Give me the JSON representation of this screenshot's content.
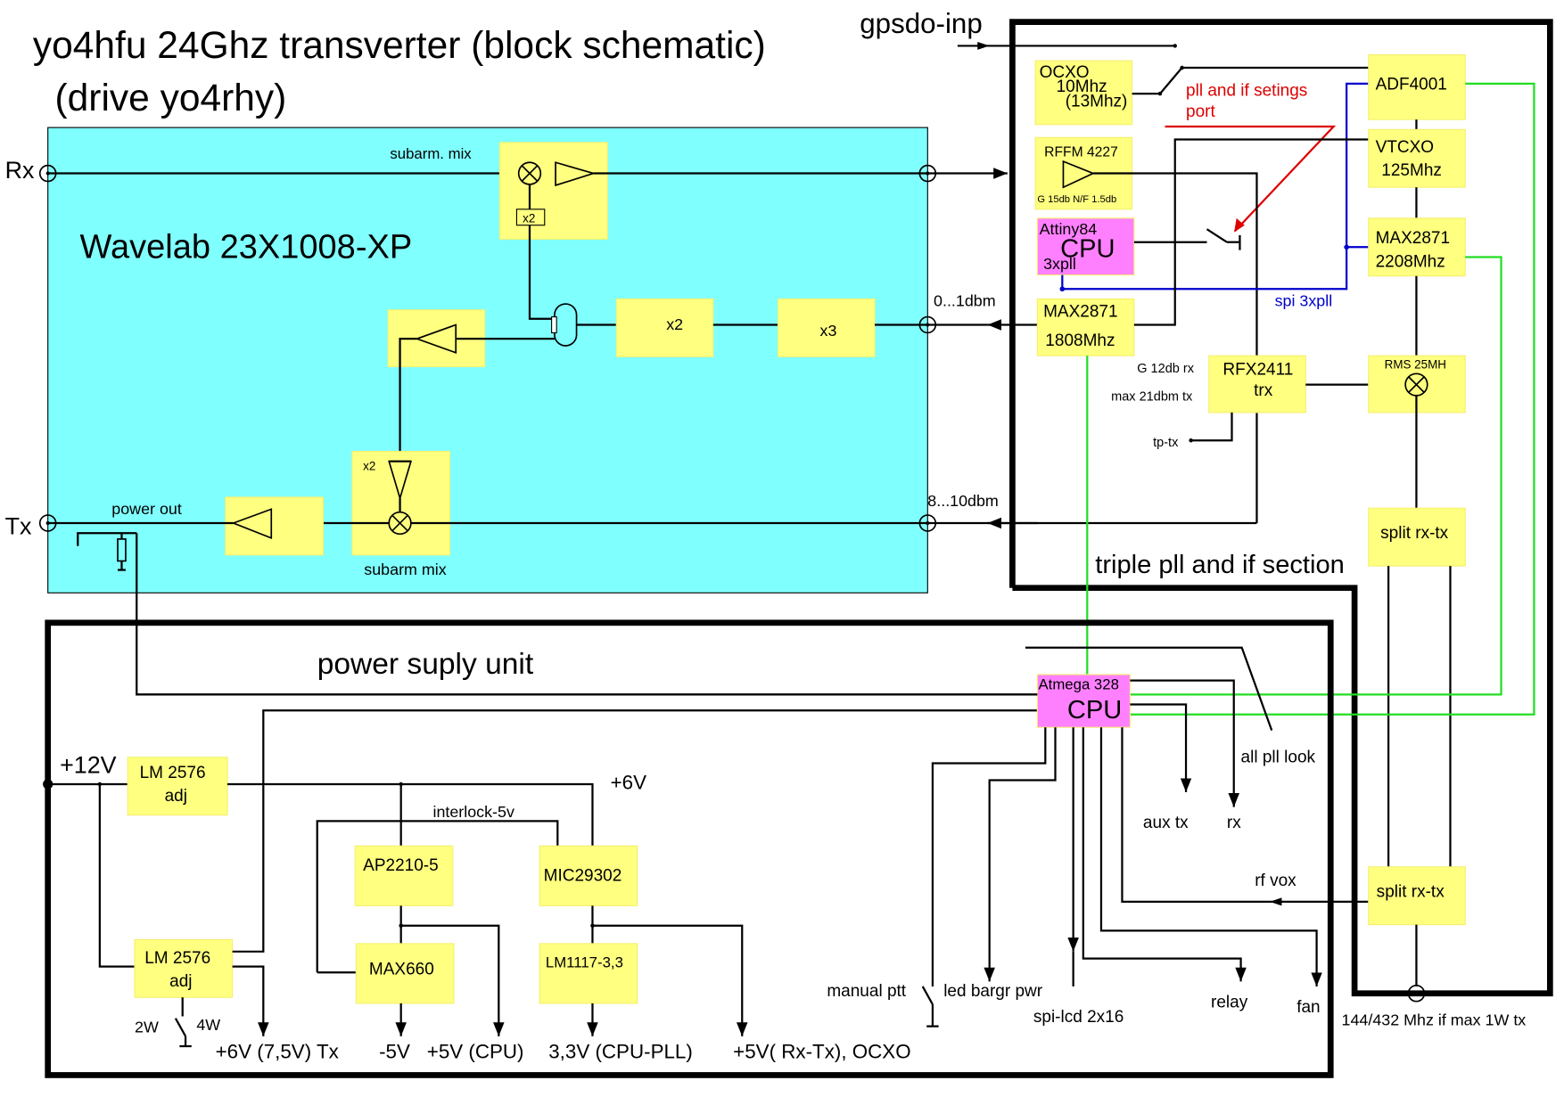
{
  "title": {
    "line1": "yo4hfu 24Ghz transverter (block schematic)",
    "line2": "(drive yo4rhy)"
  },
  "colors": {
    "module_bg": "#80ffff",
    "block": "#ffff80",
    "cpu_block": "#ff80ff",
    "control_line": "#22dd22",
    "spi_line": "#0000cc",
    "annotation": "#dd0000"
  },
  "labels": {
    "gpsdo": "gpsdo-inp",
    "rx_port": "Rx",
    "tx_port": "Tx",
    "if_port": "144/432 Mhz if max 1W tx",
    "lo_level": "0...1dbm",
    "tx_level": "8...10dbm",
    "power_out": "power out",
    "settings_port_1": "pll and if setings",
    "settings_port_2": "port",
    "spi": "spi 3xpll",
    "rfx_gain_rx": "G 12db rx",
    "rfx_max_tx": "max 21dbm tx",
    "tp_tx": "tp-tx",
    "rf_vox": "rf vox",
    "aux_tx": "aux tx",
    "rx_out": "rx",
    "all_pll_lock": "all pll look",
    "manual_ptt": "manual ptt",
    "led_bargraph": "led bargr pwr",
    "spi_lcd": "spi-lcd 2x16",
    "relay": "relay",
    "fan": "fan",
    "v12": "+12V",
    "v6": "+6V",
    "interlock": "interlock-5v",
    "sw_2w": "2W",
    "sw_4w": "4W",
    "out_6v_tx": "+6V (7,5V) Tx",
    "out_m5v": "-5V",
    "out_5v_cpu": "+5V (CPU)",
    "out_3v3": "3,3V (CPU-PLL)",
    "out_5v_rxtx": "+5V( Rx-Tx), OCXO"
  },
  "sections": {
    "module": "Wavelab 23X1008-XP",
    "pll": "triple pll and if section",
    "psu": "power suply unit"
  },
  "module_blocks": {
    "rx_mix_label": "subarm. mix",
    "rx_mult": "x2",
    "mult_x2": "x2",
    "mult_x3": "x3",
    "tx_mult": "x2",
    "tx_mix_label": "subarm mix"
  },
  "pll_blocks": {
    "ocxo": [
      "OCXO",
      "10Mhz",
      "(13Mhz)"
    ],
    "rffm": [
      "RFFM 4227",
      "G 15db N/F 1.5db"
    ],
    "attiny": [
      "Attiny84",
      "CPU",
      "3xpll"
    ],
    "max2871_lo": [
      "MAX2871",
      "1808Mhz"
    ],
    "adf4001": "ADF4001",
    "vtcxo": [
      "VTCXO",
      "125Mhz"
    ],
    "max2871_if": [
      "MAX2871",
      "2208Mhz"
    ],
    "rfx2411": [
      "RFX2411",
      "trx"
    ],
    "rms": "RMS 25MH",
    "split_top": "split rx-tx",
    "split_bottom": "split rx-tx"
  },
  "psu_blocks": {
    "lm2576_a": [
      "LM 2576",
      "adj"
    ],
    "lm2576_b": [
      "LM 2576",
      "adj"
    ],
    "ap2210": "AP2210-5",
    "mic29302": "MIC29302",
    "max660": "MAX660",
    "lm1117": "LM1117-3,3",
    "atmega": [
      "Atmega 328",
      "CPU"
    ]
  }
}
